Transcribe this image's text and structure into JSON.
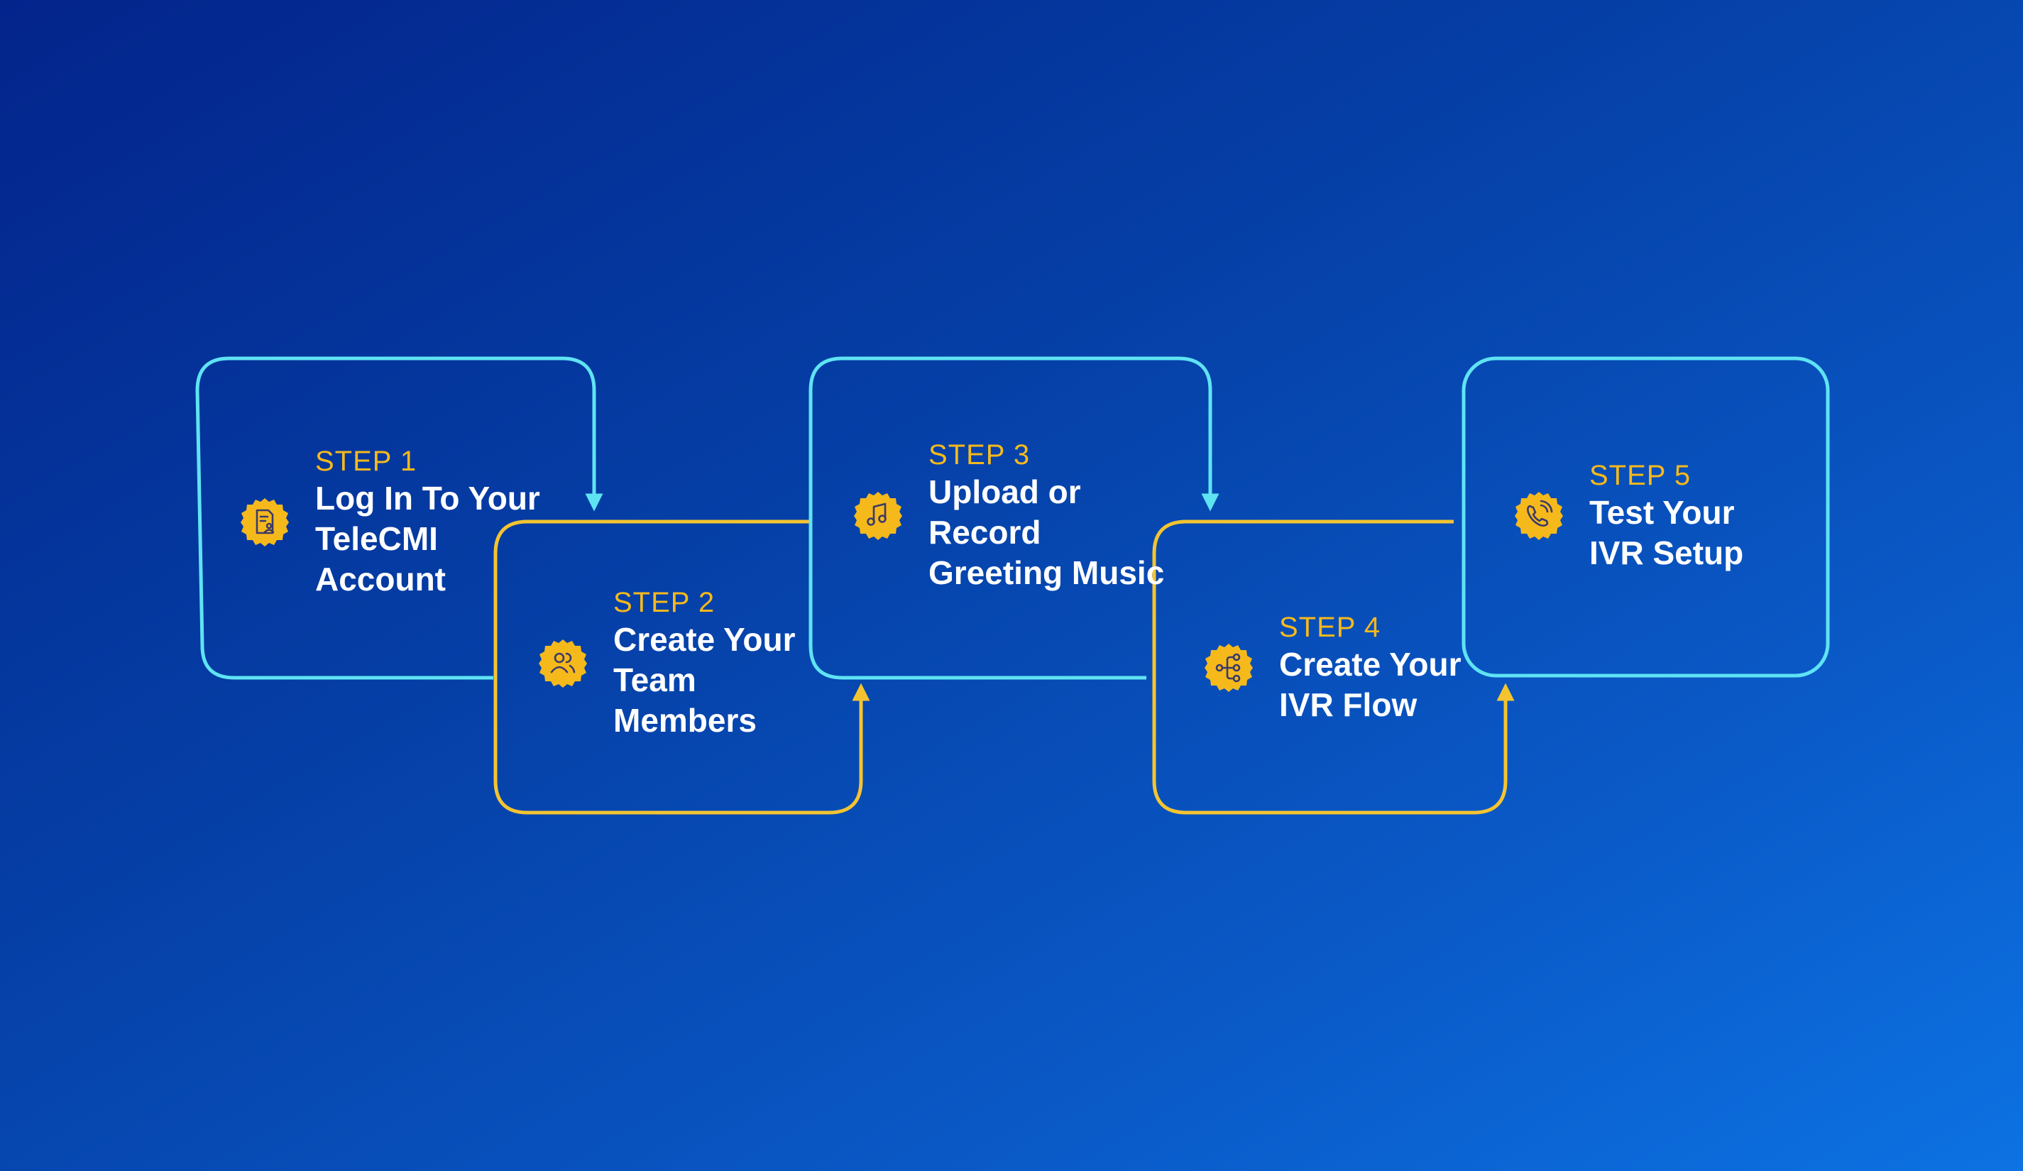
{
  "colors": {
    "cyan_outline": "#5fe3f3",
    "yellow_outline": "#f4c430",
    "step_label": "#f6b91c",
    "icon_fill": "#f6b91c",
    "icon_glyph": "#3a3a6a",
    "title_text": "#ffffff"
  },
  "steps": [
    {
      "label": "STEP 1",
      "title": "Log In To Your\nTeleCMI\nAccount",
      "icon": "document-user-icon"
    },
    {
      "label": "STEP 2",
      "title": "Create Your\nTeam\nMembers",
      "icon": "users-icon"
    },
    {
      "label": "STEP 3",
      "title": "Upload or\nRecord\nGreeting Music",
      "icon": "music-note-icon"
    },
    {
      "label": "STEP 4",
      "title": "Create Your\nIVR Flow",
      "icon": "flow-share-icon"
    },
    {
      "label": "STEP 5",
      "title": "Test Your\nIVR Setup",
      "icon": "phone-call-icon"
    }
  ]
}
